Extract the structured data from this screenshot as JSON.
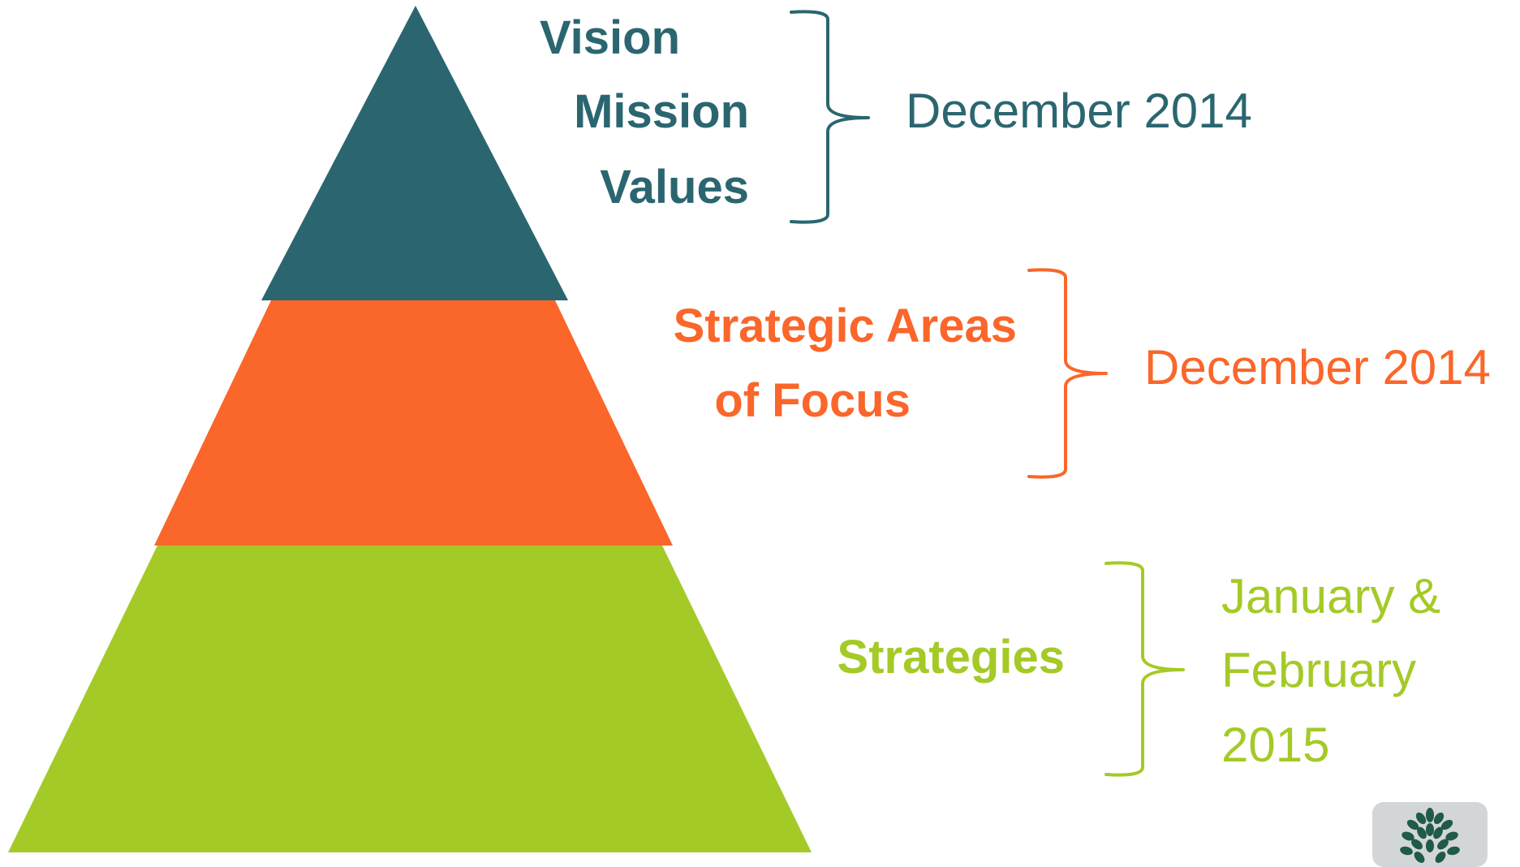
{
  "colors": {
    "tier1": "#2b6670",
    "tier2": "#fb662a",
    "tier3": "#a4ca27",
    "logo_tile": "#d3d6d9",
    "logo_leaf": "#1f5a4a"
  },
  "tiers": [
    {
      "labels": [
        "Vision",
        "Mission",
        "Values"
      ],
      "date_lines": [
        "December 2014"
      ]
    },
    {
      "labels": [
        "Strategic Areas",
        "of Focus"
      ],
      "date_lines": [
        "December 2014"
      ]
    },
    {
      "labels": [
        "Strategies"
      ],
      "date_lines": [
        "January &",
        "February",
        "2015"
      ]
    }
  ],
  "logo": {
    "icon": "tree-logo-icon"
  }
}
